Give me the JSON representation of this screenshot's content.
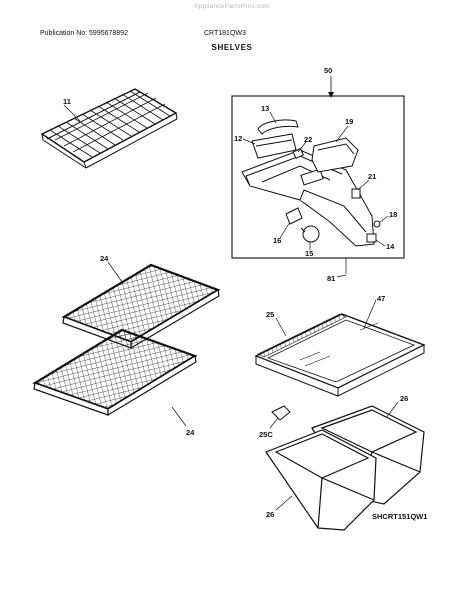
{
  "watermark": "AppliancePartsPros.com",
  "header": {
    "publication": "Publication No: 5995678892",
    "model": "CRT181QW3"
  },
  "title": "SHELVES",
  "diagram_code": "SHCRT151QW1",
  "callouts": {
    "c11": "11",
    "c50": "50",
    "c13": "13",
    "c12": "12",
    "c22": "22",
    "c19": "19",
    "c21": "21",
    "c18": "18",
    "c16": "16",
    "c15": "15",
    "c14": "14",
    "c81": "81",
    "c24a": "24",
    "c24b": "24",
    "c25": "25",
    "c47": "47",
    "c25c": "25C",
    "c26a": "26",
    "c26b": "26"
  }
}
